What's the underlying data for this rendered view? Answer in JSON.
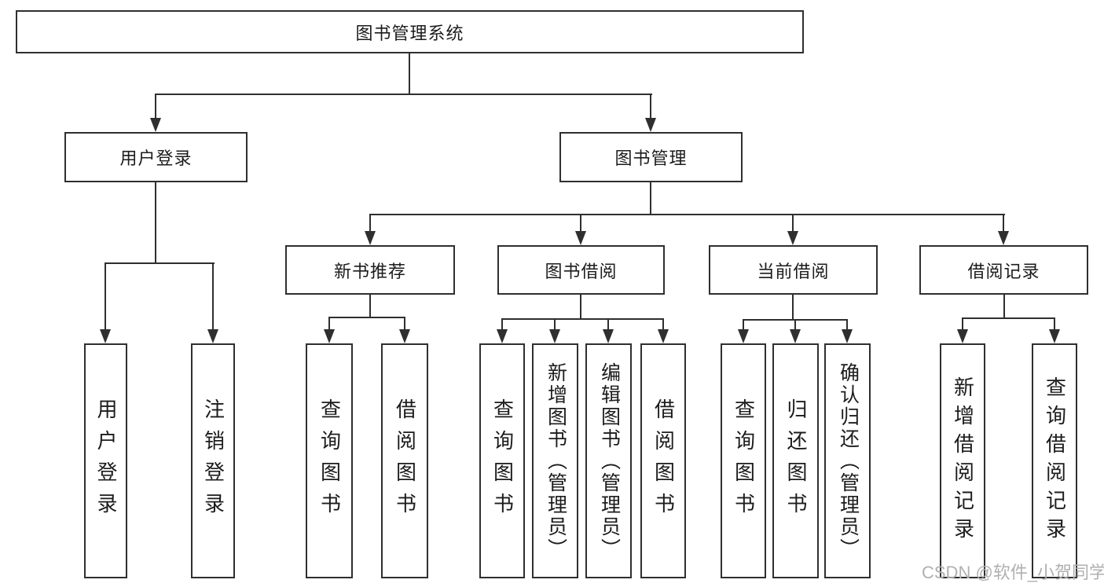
{
  "diagram": {
    "watermark": "CSDN @软件_小贺同学",
    "colors": {
      "line": "#2f2f2f",
      "text": "#1c1c1c",
      "watermark": "#b0b0b0",
      "background": "#ffffff"
    },
    "tree": {
      "root": {
        "label": "图书管理系统"
      },
      "branches": [
        {
          "label": "用户登录",
          "children": [
            {
              "label": "用户登录"
            },
            {
              "label": "注销登录"
            }
          ]
        },
        {
          "label": "图书管理",
          "children": [
            {
              "label": "新书推荐",
              "children": [
                {
                  "label": "查询图书"
                },
                {
                  "label": "借阅图书"
                }
              ]
            },
            {
              "label": "图书借阅",
              "children": [
                {
                  "label": "查询图书"
                },
                {
                  "label": "新增图书（管理员）"
                },
                {
                  "label": "编辑图书（管理员）"
                },
                {
                  "label": "借阅图书"
                }
              ]
            },
            {
              "label": "当前借阅",
              "children": [
                {
                  "label": "查询图书"
                },
                {
                  "label": "归还图书"
                },
                {
                  "label": "确认归还（管理员）"
                }
              ]
            },
            {
              "label": "借阅记录",
              "children": [
                {
                  "label": "新增借阅记录"
                },
                {
                  "label": "查询借阅记录"
                }
              ]
            }
          ]
        }
      ]
    }
  }
}
